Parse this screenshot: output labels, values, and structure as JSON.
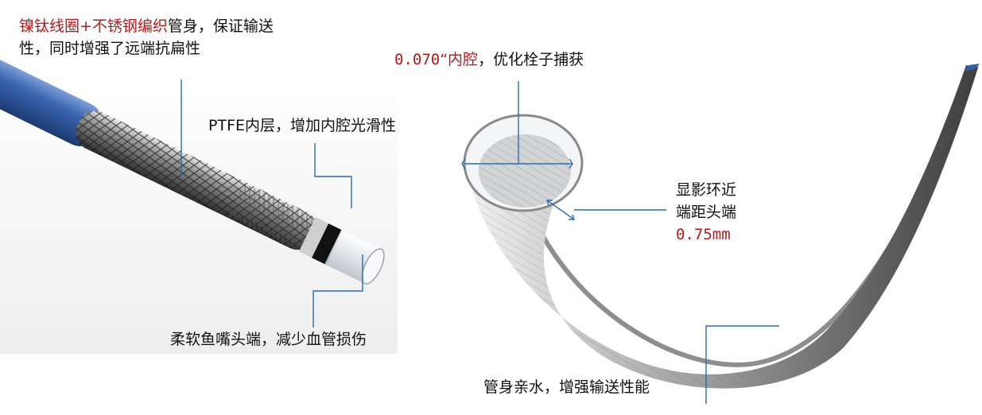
{
  "left_panel": {
    "callout_braid": {
      "red_part": "镍钛线圈+不锈钢编织",
      "black_part": "管身，保证输送",
      "line2": "性，同时增强了远端抗扁性"
    },
    "callout_ptfe": "PTFE内层，增加内腔光滑性",
    "callout_tip": "柔软鱼嘴头端，减少血管损伤"
  },
  "right_panel": {
    "callout_lumen": {
      "value": "0.070",
      "quote": "“",
      "red_word": "内腔",
      "rest": "，优化栓子捕获"
    },
    "callout_marker": {
      "line1": "显影环近",
      "line2": "端距头端",
      "value": "0.75mm"
    },
    "callout_body": "管身亲水，增强输送性能"
  },
  "colors": {
    "accent_red": "#b11b1b",
    "leader_blue": "#2a6cb0",
    "catheter_blue": "#2f5fa8"
  }
}
